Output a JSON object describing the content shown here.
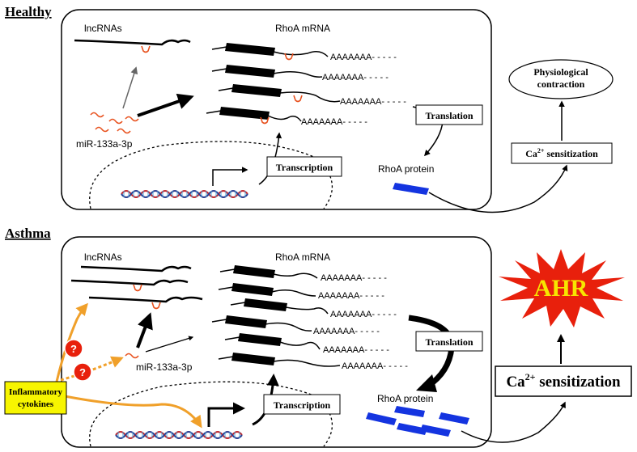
{
  "healthy": {
    "title": "Healthy",
    "lncrnas_label": "lncRNAs",
    "rhoa_mrna_label": "RhoA mRNA",
    "polya": [
      "AAAAAAA- - - - -",
      "AAAAAAA- - - - -",
      "AAAAAAA- - - - -",
      "AAAAAAA- - - - -"
    ],
    "mirna_label": "miR-133a-3p",
    "translation_label": "Translation",
    "transcription_label": "Transcription",
    "rhoa_protein_label": "RhoA protein",
    "ca_sensitization": {
      "prefix": "Ca",
      "sup": "2+",
      "suffix": " sensitization"
    },
    "outcome_line1": "Physiological",
    "outcome_line2": "contraction"
  },
  "asthma": {
    "title": "Asthma",
    "lncrnas_label": "lncRNAs",
    "rhoa_mrna_label": "RhoA mRNA",
    "polya": [
      "AAAAAAA- - - - -",
      "AAAAAAA- - - - -",
      "AAAAAAA- - - - -",
      "AAAAAAA- - - - -",
      "AAAAAAA- - - - -",
      "AAAAAAA- - - - -"
    ],
    "mirna_label": "miR-133a-3p",
    "translation_label": "Translation",
    "transcription_label": "Transcription",
    "rhoa_protein_label": "RhoA protein",
    "ca_sensitization": {
      "prefix": "Ca",
      "sup": "2+",
      "suffix": " sensitization"
    },
    "outcome": "AHR",
    "question_mark": "?",
    "cytokines_line1": "Inflammatory",
    "cytokines_line2": "cytokines"
  },
  "colors": {
    "mirna": "#e8521f",
    "protein": "#1434e0",
    "orange_arrow": "#f0a02a",
    "starburst": "#e8200c",
    "ahr_text": "#f7e600",
    "cytokines_box": "#f7f500",
    "question_circle": "#e8200c"
  }
}
